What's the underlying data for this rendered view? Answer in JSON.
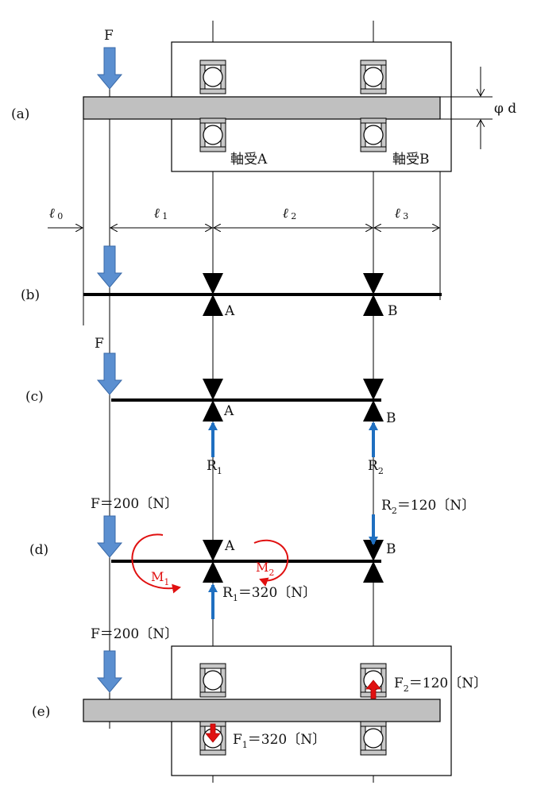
{
  "labels": {
    "a": "(a)",
    "b": "(b)",
    "c": "(c)",
    "d": "(d)",
    "e": "(e)"
  },
  "force": {
    "name": "F",
    "d_text": "F＝200〔N〕",
    "e_text": "F＝200〔N〕"
  },
  "diameter": "φ d",
  "bearings": {
    "a_label": "軸受A",
    "b_label": "軸受B",
    "A": "A",
    "B": "B"
  },
  "lengths": {
    "l0": {
      "sym": "ℓ",
      "sub": "0"
    },
    "l1": {
      "sym": "ℓ",
      "sub": "1"
    },
    "l2": {
      "sym": "ℓ",
      "sub": "2"
    },
    "l3": {
      "sym": "ℓ",
      "sub": "3"
    }
  },
  "reactions": {
    "R1_sym": "R",
    "R1_sub": "1",
    "R2_sym": "R",
    "R2_sub": "2",
    "R2_value": "＝120〔N〕",
    "R1_value": "＝320〔N〕"
  },
  "moments": {
    "M1_sym": "M",
    "M1_sub": "1",
    "M2_sym": "M",
    "M2_sub": "2"
  },
  "bearing_forces": {
    "F1_sym": "F",
    "F1_sub": "1",
    "F1_value": "＝320〔N〕",
    "F2_sym": "F",
    "F2_sub": "2",
    "F2_value": "＝120〔N〕"
  },
  "colors": {
    "load_arrow": "#5b8fd0",
    "load_arrow_edge": "#3a6aa8",
    "reaction_arrow": "#1f6fc0",
    "moment": "#e01010",
    "shaft": "#c0c0c0",
    "beam": "#000000"
  }
}
